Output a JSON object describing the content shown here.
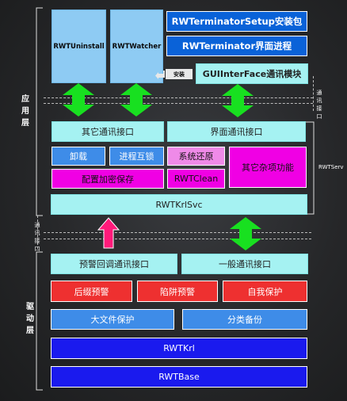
{
  "side_labels": {
    "app_layer": "应\n用\n层",
    "driver_layer": "驱\n动\n层",
    "comm_right": "通\n讯\n接\n口",
    "comm_left": "通\n讯\n接\n口",
    "rwtservice": "RWTServ"
  },
  "app": {
    "uninstall": "RWTUninstall",
    "watcher": "RWTWatcher",
    "setup": "RWTerminatorSetup安装包",
    "ui_process": "RWTerminator界面进程",
    "install_tag": "安装",
    "gui_module": "GUIInterFace通讯模块"
  },
  "service": {
    "other_comm": "其它通讯接口",
    "ui_comm": "界面通讯接口",
    "uninstall": "卸载",
    "process_lock": "进程互锁",
    "restore": "系统还原",
    "misc": "其它杂项功能",
    "config_encrypt": "配置加密保存",
    "clean": "RWTClean",
    "krlsvc": "RWTKrlSvc"
  },
  "driver": {
    "alert_callback": "预警回调通讯接口",
    "general_comm": "一般通讯接口",
    "suffix_alert": "后缀预警",
    "trap_alert": "陷阱预警",
    "self_protect": "自我保护",
    "big_file": "大文件保护",
    "category_backup": "分类备份",
    "krl": "RWTKrl",
    "base": "RWTBase"
  },
  "colors": {
    "arrow_green": "#18e020",
    "arrow_pink": "#ff1a7a"
  }
}
